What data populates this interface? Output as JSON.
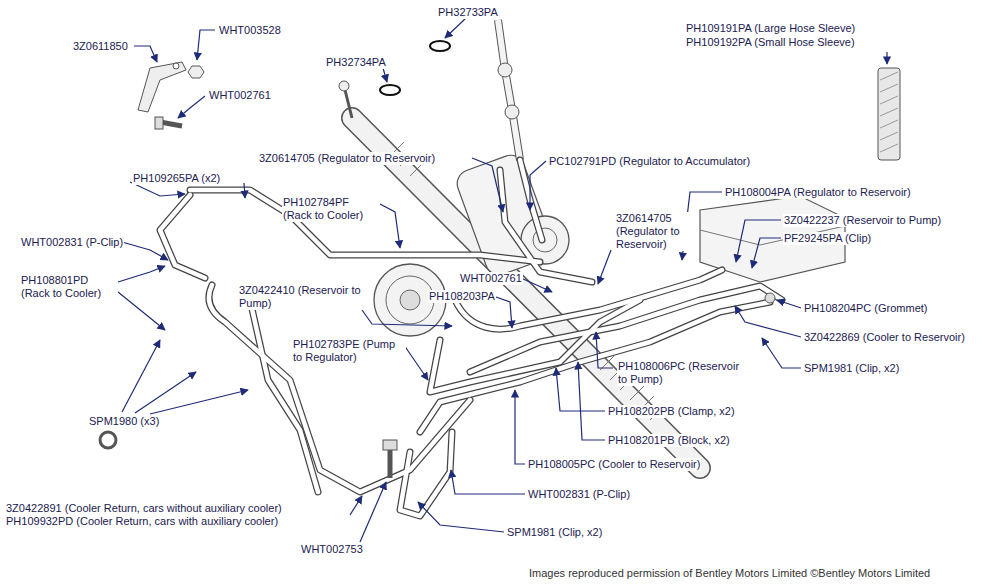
{
  "diagram": {
    "labels": [
      "3Z0611850",
      "WHT003528",
      "PH32733PA",
      "PH32734PA",
      "PH109191PA (Large Hose Sleeve)",
      "PH109192PA (Small Hose Sleeve)",
      "WHT002761",
      "3Z0614705 (Regulator to Reservoir)",
      "PC102791PD (Regulator to Accumulator)",
      "PH109265PA (x2)",
      "PH108004PA (Regulator to Reservoir)",
      "PH102784PF (Rack to Cooler)",
      "3Z0614705 (Regulator to Reservoir)",
      "3Z0422237 (Reservoir to Pump)",
      "PF29245PA (Clip)",
      "WHT002831 (P-Clip)",
      "WHT002761",
      "PH108801PD (Rack to Cooler)",
      "3Z0422410 (Reservoir to Pump)",
      "PH108203PA",
      "PH108204PC (Grommet)",
      "3Z0422869 (Cooler to Reservoir)",
      "PH102783PE (Pump to Regulator)",
      "PH108006PC (Reservoir to Pump)",
      "SPM1981 (Clip, x2)",
      "SPM1980 (x3)",
      "PH108202PB (Clamp, x2)",
      "PH108201PB (Block, x2)",
      "PH108005PC (Cooler to Reservoir)",
      "WHT002831 (P-Clip)",
      "3Z0422891 (Cooler Return, cars without auxiliary cooler)",
      "PH109932PD (Cooler Return, cars with auxiliary cooler)",
      "SPM1981 (Clip, x2)",
      "WHT002753",
      "Images reproduced permission of Bentley Motors Limited ©Bentley Motors Limited"
    ]
  }
}
